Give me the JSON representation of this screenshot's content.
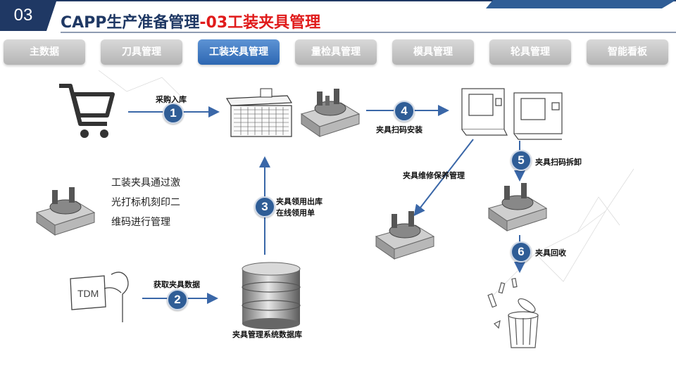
{
  "header": {
    "section_number": "03",
    "title_main": "CAPP生产准备管理",
    "title_sub": "-03工装夹具管理"
  },
  "tabs": [
    {
      "label": "主数据",
      "active": false
    },
    {
      "label": "刀具管理",
      "active": false
    },
    {
      "label": "工装夹具管理",
      "active": true
    },
    {
      "label": "量检具管理",
      "active": false
    },
    {
      "label": "模具管理",
      "active": false
    },
    {
      "label": "轮具管理",
      "active": false
    },
    {
      "label": "智能看板",
      "active": false
    }
  ],
  "steps": [
    {
      "number": "1",
      "label": "采购入库"
    },
    {
      "number": "2",
      "label": "获取夹具数据"
    },
    {
      "number": "3",
      "label": "夹具领用出库",
      "label2": "在线领用单"
    },
    {
      "number": "4",
      "label": "夹具扫码安装"
    },
    {
      "number": "5",
      "label": "夹具扫码拆卸"
    },
    {
      "number": "6",
      "label": "夹具回收"
    }
  ],
  "labels": {
    "maintenance": "夹具维修保养管理",
    "database": "夹具管理系统数据库",
    "tdm": "TDM"
  },
  "note_lines": [
    "工装夹具通过激",
    "光打标机刻印二",
    "维码进行管理"
  ],
  "colors": {
    "header_navy": "#1f3864",
    "title_red": "#e01b1b",
    "tab_active": "#2d67b2",
    "tab_inactive": "#bfbfbf",
    "arrow_blue": "#3a67a8",
    "step_circle": "#2f5d96"
  }
}
